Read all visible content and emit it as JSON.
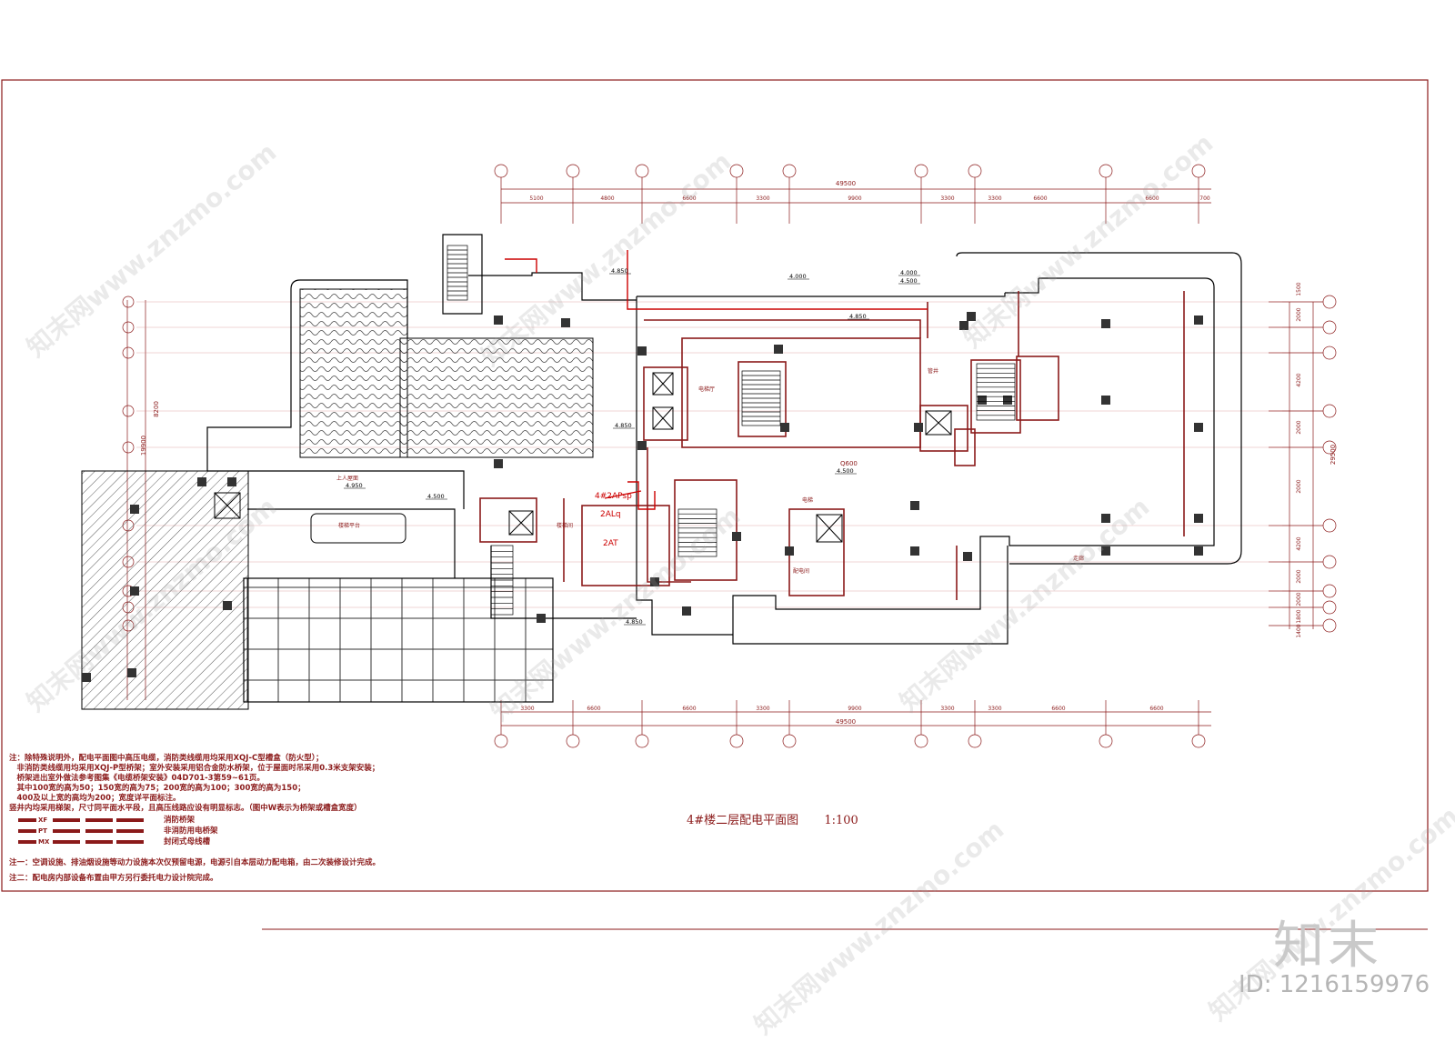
{
  "drawing": {
    "title": "4#楼二层配电平面图",
    "scale": "1:100",
    "overall_dimension": "49500",
    "top_dimensions": [
      "5100",
      "4800",
      "6600",
      "3300",
      "9900",
      "3300",
      "3300",
      "6600",
      "6600",
      "700"
    ],
    "bottom_dimensions": [
      "3300",
      "6600",
      "6600",
      "3300",
      "9900",
      "3300",
      "3300",
      "6600",
      "6600"
    ],
    "right_dimensions": [
      "1500",
      "2000",
      "4200",
      "2000",
      "2000",
      "4200",
      "2000",
      "2000",
      "1800",
      "1400"
    ],
    "right_total": "29500",
    "left_total": "19900",
    "left_dimension": "8200",
    "elevations": [
      "4.850",
      "4.000",
      "4.500",
      "4.850",
      "4.000",
      "4.850",
      "4.950",
      "4.500",
      "4.500",
      "4.850"
    ],
    "panel_labels": [
      "4#2APsp",
      "2ALq",
      "2AT"
    ],
    "room_labels": [
      "上人屋面",
      "楼梯平台",
      "管井",
      "电梯厅",
      "电梯",
      "配电间",
      "走廊",
      "楼梯间"
    ],
    "center_label": "Q600"
  },
  "notes": {
    "lines": [
      "注：除特殊说明外，配电平面图中高压电缆，消防类线缆用均采用XQJ-C型槽盒（防火型）；",
      "　非消防类线缆用均采用XQJ-P型桥架；室外安装采用铝合金防水桥架，位于屋面时吊采用0.3米支架安装；",
      "　桥架进出室外做法参考图集《电缆桥架安装》04D701-3第59~61页。",
      "　其中100宽的高为50；150宽的高为75；200宽的高为100；300宽的高为150；",
      "　400及以上宽的高均为200；宽度详平面标注。",
      "竖井内均采用梯架，尺寸同平面水平段，且高压线路应设有明显标志。（图中W表示为桥架或槽盒宽度）"
    ],
    "legend": [
      {
        "code": "XF",
        "label": "消防桥架"
      },
      {
        "code": "PT",
        "label": "非消防用电桥架"
      },
      {
        "code": "MX",
        "label": "封闭式母线槽"
      }
    ],
    "footnote1": "注一：空调设施、排油烟设施等动力设施本次仅预留电源，电源引自本层动力配电箱，由二次装修设计完成。",
    "footnote2": "注二：配电房内部设备布置由甲方另行委托电力设计院完成。"
  },
  "watermark": {
    "logo": "知末",
    "id": "ID: 1216159976",
    "site": "知末网www.znzmo.com"
  },
  "colors": {
    "line": "#8b1a1a",
    "wall": "#000000",
    "watermark": "#c9c9c9"
  }
}
